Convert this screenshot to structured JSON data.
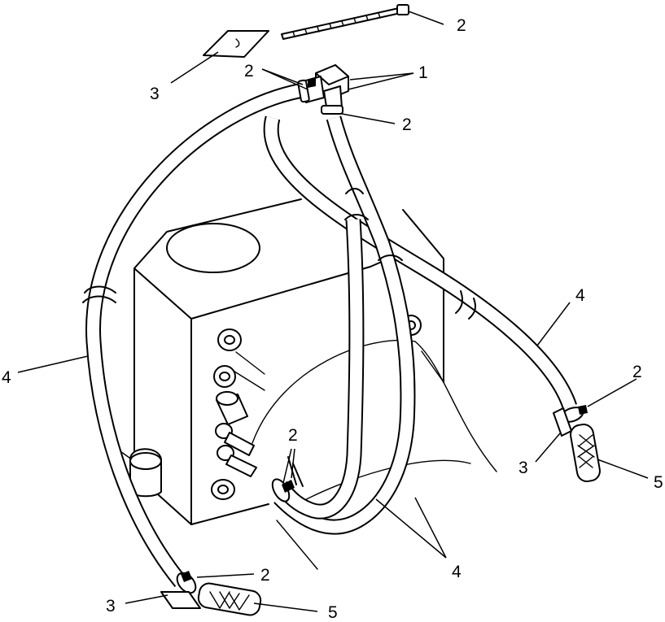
{
  "diagram": {
    "callouts": {
      "elbow_fitting": "1",
      "hose_clamp_top_right": "2",
      "hose_clamps_top_left": "2",
      "hose_clamp_under_elbow": "2",
      "hose_clamps_tank_fittings": "2",
      "hose_clamp_right_end": "2",
      "hose_clamp_left_end": "2",
      "bracket_top": "3",
      "bracket_right": "3",
      "bracket_left": "3",
      "vent_hose_left": "4",
      "vent_hose_right": "4",
      "vent_hoses_center": "4",
      "filter_right": "5",
      "filter_left": "5"
    }
  }
}
